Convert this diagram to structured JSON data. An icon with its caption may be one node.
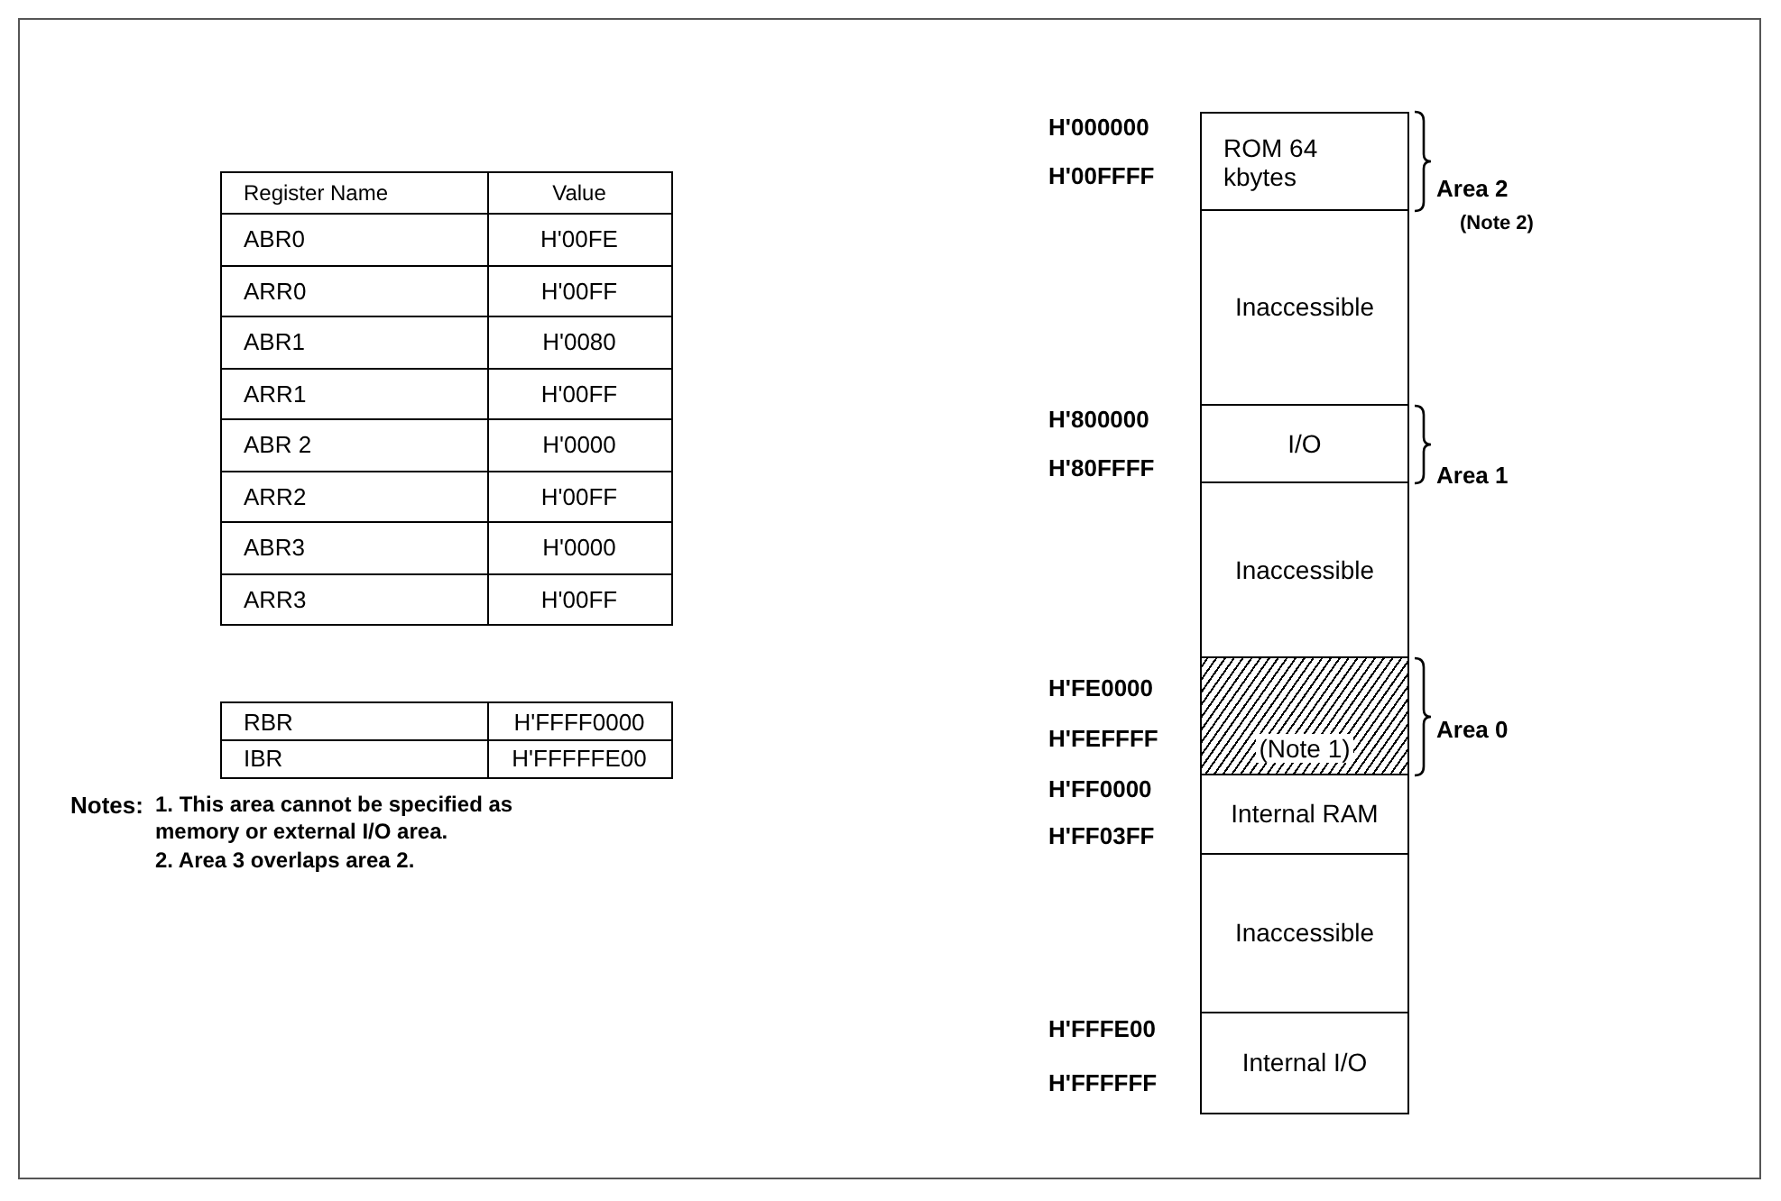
{
  "diagram": {
    "nodes": [
      {
        "text": [
          "ROM 64 kbytes"
        ]
      },
      {
        "text": [
          "Inaccessible"
        ]
      },
      {
        "text": [
          "I/O"
        ]
      },
      {
        "text": [
          "Inaccessible"
        ]
      },
      {
        "text": [
          "(Note 1)"
        ]
      },
      {
        "text": [
          "Internal RAM"
        ]
      },
      {
        "text": [
          "Inaccessible"
        ]
      },
      {
        "text": [
          "Internal I/O"
        ]
      }
    ],
    "edges": [],
    "labels": [
      "Register Name",
      "Value",
      "ABR0",
      "H'00FE",
      "ARR0",
      "H'00FF",
      "ABR1",
      "H'0080",
      "ARR1",
      "H'00FF",
      "ABR 2",
      "H'0000",
      "ARR2",
      "H'00FF",
      "ABR3",
      "H'0000",
      "ARR3",
      "H'00FF",
      "RBR",
      "H'FFFF0000",
      "IBR",
      "H'FFFFFE00",
      "Notes:",
      "1. This area cannot be specified as memory or external I/O area.",
      "2. Area 3 overlaps area 2.",
      "H'000000",
      "H'00FFFF",
      "H'800000",
      "H'80FFFF",
      "H'FE0000",
      "H'FEFFFF",
      "H'FF0000",
      "H'FF03FF",
      "H'FFFE00",
      "H'FFFFFF",
      "Area 2",
      "(Note 2)",
      "Area 1",
      "Area 0"
    ]
  }
}
